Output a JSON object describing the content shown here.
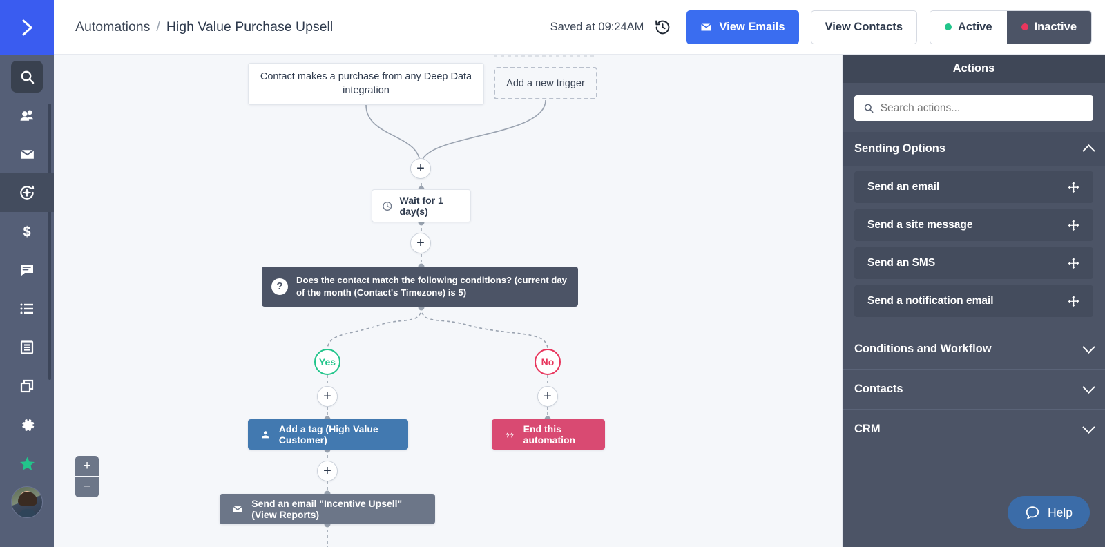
{
  "colors": {
    "brand_blue": "#3a5cf0",
    "rail_bg": "#555f77",
    "panel_bg": "#4c5466",
    "canvas_bg": "#f5f7fa",
    "active_green": "#22c58b",
    "inactive_pink": "#e8365d",
    "tag_blue": "#4279b0",
    "end_pink": "#d94a72",
    "email_gray": "#6c7688",
    "primary_button": "#3a6df0",
    "help_blue": "#3b6ca8"
  },
  "rail": {
    "logo_icon": "chevron-right-logo",
    "items": [
      {
        "icon": "search-icon",
        "name": "search",
        "state": "highlighted"
      },
      {
        "icon": "contacts-icon",
        "name": "contacts",
        "state": "normal"
      },
      {
        "icon": "envelope-icon",
        "name": "campaigns",
        "state": "normal"
      },
      {
        "icon": "automations-gear-circle-icon",
        "name": "automations",
        "state": "selected"
      },
      {
        "icon": "dollar-icon",
        "name": "deals",
        "state": "normal"
      },
      {
        "icon": "conversations-icon",
        "name": "conversations",
        "state": "normal"
      },
      {
        "icon": "list-icon",
        "name": "lists",
        "state": "normal"
      },
      {
        "icon": "forms-icon",
        "name": "forms",
        "state": "normal"
      },
      {
        "icon": "pages-icon",
        "name": "pages",
        "state": "normal"
      },
      {
        "icon": "gear-icon",
        "name": "settings",
        "state": "normal"
      },
      {
        "icon": "star-icon",
        "name": "favorites",
        "state": "normal"
      },
      {
        "icon": "avatar",
        "name": "account",
        "state": "normal"
      }
    ]
  },
  "header": {
    "breadcrumb_root": "Automations",
    "breadcrumb_separator": "/",
    "breadcrumb_current": "High Value Purchase Upsell",
    "saved_text": "Saved at 09:24AM",
    "history_icon": "history-clock-icon",
    "view_emails_label": "View Emails",
    "view_emails_icon": "envelope-icon",
    "view_contacts_label": "View Contacts",
    "status_active_label": "Active",
    "status_inactive_label": "Inactive",
    "status_selected": "Inactive"
  },
  "canvas": {
    "trigger_text": "Contact makes a purchase from any Deep Data integration",
    "add_trigger_text": "Add a new trigger",
    "wait_text": "Wait for 1 day(s)",
    "wait_icon": "clock-icon",
    "condition_text": "Does the contact match the following conditions? (current day of the month (Contact's Timezone) is 5)",
    "condition_icon": "question-mark-icon",
    "branch_yes": "Yes",
    "branch_no": "No",
    "add_step_symbol": "+",
    "action_tag_text": "Add a tag (High Value Customer)",
    "action_tag_icon": "contact-person-icon",
    "action_end_text": "End this automation",
    "action_end_icon": "end-automation-icon",
    "action_email_text": "Send an email \"Incentive Upsell\" (View Reports)",
    "action_email_icon": "envelope-icon",
    "zoom_in_symbol": "+",
    "zoom_out_symbol": "−"
  },
  "panel": {
    "title": "Actions",
    "search_placeholder": "Search actions...",
    "search_value": "",
    "search_icon": "search-icon",
    "sections": [
      {
        "label": "Sending Options",
        "expanded": true,
        "chevron": "chevron-up-icon",
        "items": [
          {
            "label": "Send an email",
            "drag_icon": "drag-move-icon"
          },
          {
            "label": "Send a site message",
            "drag_icon": "drag-move-icon"
          },
          {
            "label": "Send an SMS",
            "drag_icon": "drag-move-icon"
          },
          {
            "label": "Send a notification email",
            "drag_icon": "drag-move-icon"
          }
        ]
      },
      {
        "label": "Conditions and Workflow",
        "expanded": false,
        "chevron": "chevron-down-icon",
        "items": []
      },
      {
        "label": "Contacts",
        "expanded": false,
        "chevron": "chevron-down-icon",
        "items": []
      },
      {
        "label": "CRM",
        "expanded": false,
        "chevron": "chevron-down-icon",
        "items": []
      }
    ]
  },
  "help": {
    "label": "Help",
    "icon": "chat-bubble-icon"
  }
}
